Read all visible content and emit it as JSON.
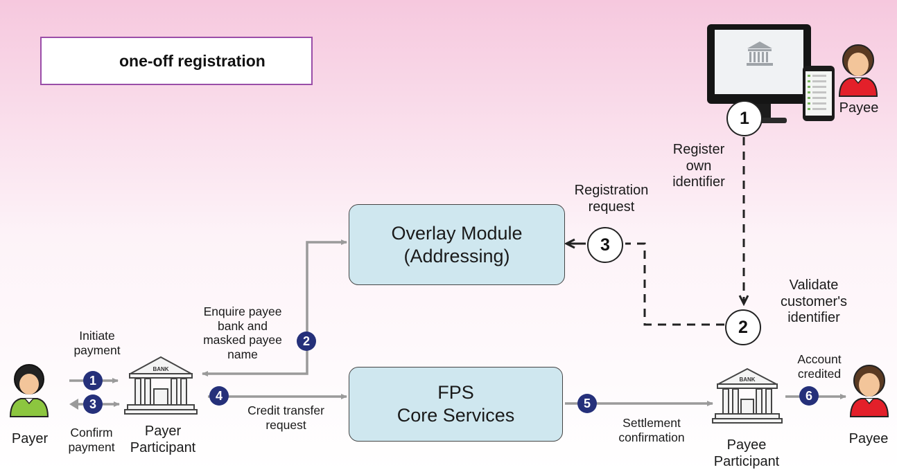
{
  "legend": {
    "label": "one-off registration"
  },
  "nodes": {
    "overlay_module": "Overlay Module\n(Addressing)",
    "fps_core": "FPS\nCore Services",
    "payer": "Payer",
    "payer_participant": "Payer\nParticipant",
    "payee_participant": "Payee\nParticipant",
    "payee_bottom": "Payee",
    "payee_top": "Payee",
    "bank_text": "BANK"
  },
  "registration_steps": [
    {
      "number": "1",
      "label": "Register\nown\nidentifier"
    },
    {
      "number": "2",
      "label": "Validate\ncustomer's\nidentifier"
    },
    {
      "number": "3",
      "label": "Registration\nrequest"
    }
  ],
  "payment_steps": [
    {
      "number": "1",
      "label": "Initiate\npayment"
    },
    {
      "number": "2",
      "label": "Enquire payee\nbank and\nmasked payee\nname"
    },
    {
      "number": "3",
      "label": "Confirm\npayment"
    },
    {
      "number": "4",
      "label": "Credit transfer\nrequest"
    },
    {
      "number": "5",
      "label": "Settlement\nconfirmation"
    },
    {
      "number": "6",
      "label": "Account\ncredited"
    }
  ],
  "colors": {
    "top_gradient": "#f6c8de",
    "box_fill": "#cfe7ef",
    "step_fill": "#25307a",
    "legend_border": "#9a4da8",
    "payer_shirt": "#8cc63f",
    "payee_shirt": "#e3202a",
    "arrow_gray": "#9a9a9a"
  }
}
